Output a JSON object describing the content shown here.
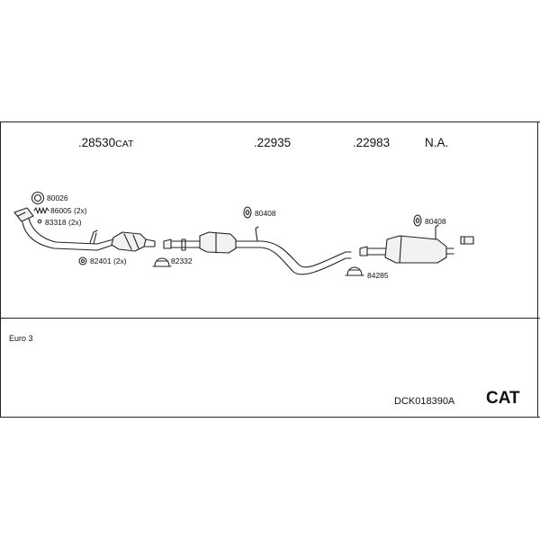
{
  "header_parts": [
    {
      "prefix": ".",
      "number": "28530",
      "suffix": "CAT"
    },
    {
      "prefix": ".",
      "number": "22935",
      "suffix": ""
    },
    {
      "prefix": ".",
      "number": "22983",
      "suffix": ""
    },
    {
      "prefix": "",
      "number": "N.A.",
      "suffix": ""
    }
  ],
  "callouts": {
    "c80026": "80026",
    "c86005": "86005 (2x)",
    "c83318": "83318 (2x)",
    "c82401": "82401 (2x)",
    "c82332": "82332",
    "c80408a": "80408",
    "c80408b": "80408",
    "c84285": "84285"
  },
  "footer": {
    "norm": "Euro 3",
    "code": "DCK018390A",
    "cat": "CAT"
  },
  "colors": {
    "line": "#222222",
    "part_fill": "#f2f2f2",
    "shade": "#bdbdbd"
  }
}
